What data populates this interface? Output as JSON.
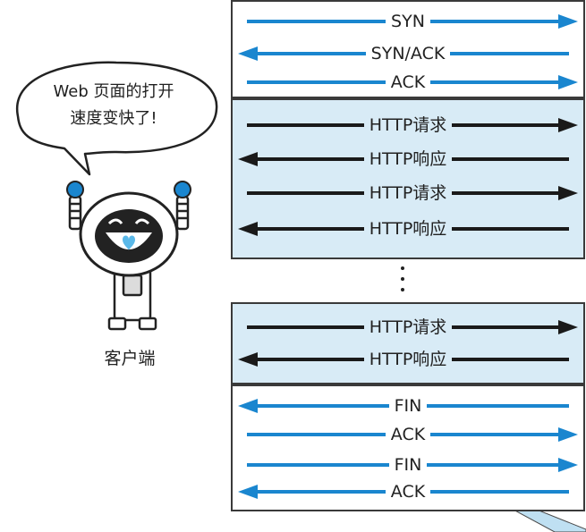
{
  "bubble": {
    "line1": "Web 页面的打开",
    "line2": "速度变快了!"
  },
  "client_label": "客户端",
  "colors": {
    "blue_arrow": "#1a86cf",
    "black_arrow": "#1a1a1a",
    "box_blue": "#d8ebf6",
    "border": "#3a3a3a"
  },
  "handshake": [
    {
      "label": "SYN",
      "direction": "right",
      "color": "blue"
    },
    {
      "label": "SYN/ACK",
      "direction": "left",
      "color": "blue"
    },
    {
      "label": "ACK",
      "direction": "right",
      "color": "blue"
    }
  ],
  "http_block_1": [
    {
      "label": "HTTP请求",
      "direction": "right",
      "color": "black"
    },
    {
      "label": "HTTP响应",
      "direction": "left",
      "color": "black"
    },
    {
      "label": "HTTP请求",
      "direction": "right",
      "color": "black"
    },
    {
      "label": "HTTP响应",
      "direction": "left",
      "color": "black"
    }
  ],
  "http_block_2": [
    {
      "label": "HTTP请求",
      "direction": "right",
      "color": "black"
    },
    {
      "label": "HTTP响应",
      "direction": "left",
      "color": "black"
    }
  ],
  "close": [
    {
      "label": "FIN",
      "direction": "left",
      "color": "blue"
    },
    {
      "label": "ACK",
      "direction": "right",
      "color": "blue"
    },
    {
      "label": "FIN",
      "direction": "right",
      "color": "blue"
    },
    {
      "label": "ACK",
      "direction": "left",
      "color": "blue"
    }
  ]
}
